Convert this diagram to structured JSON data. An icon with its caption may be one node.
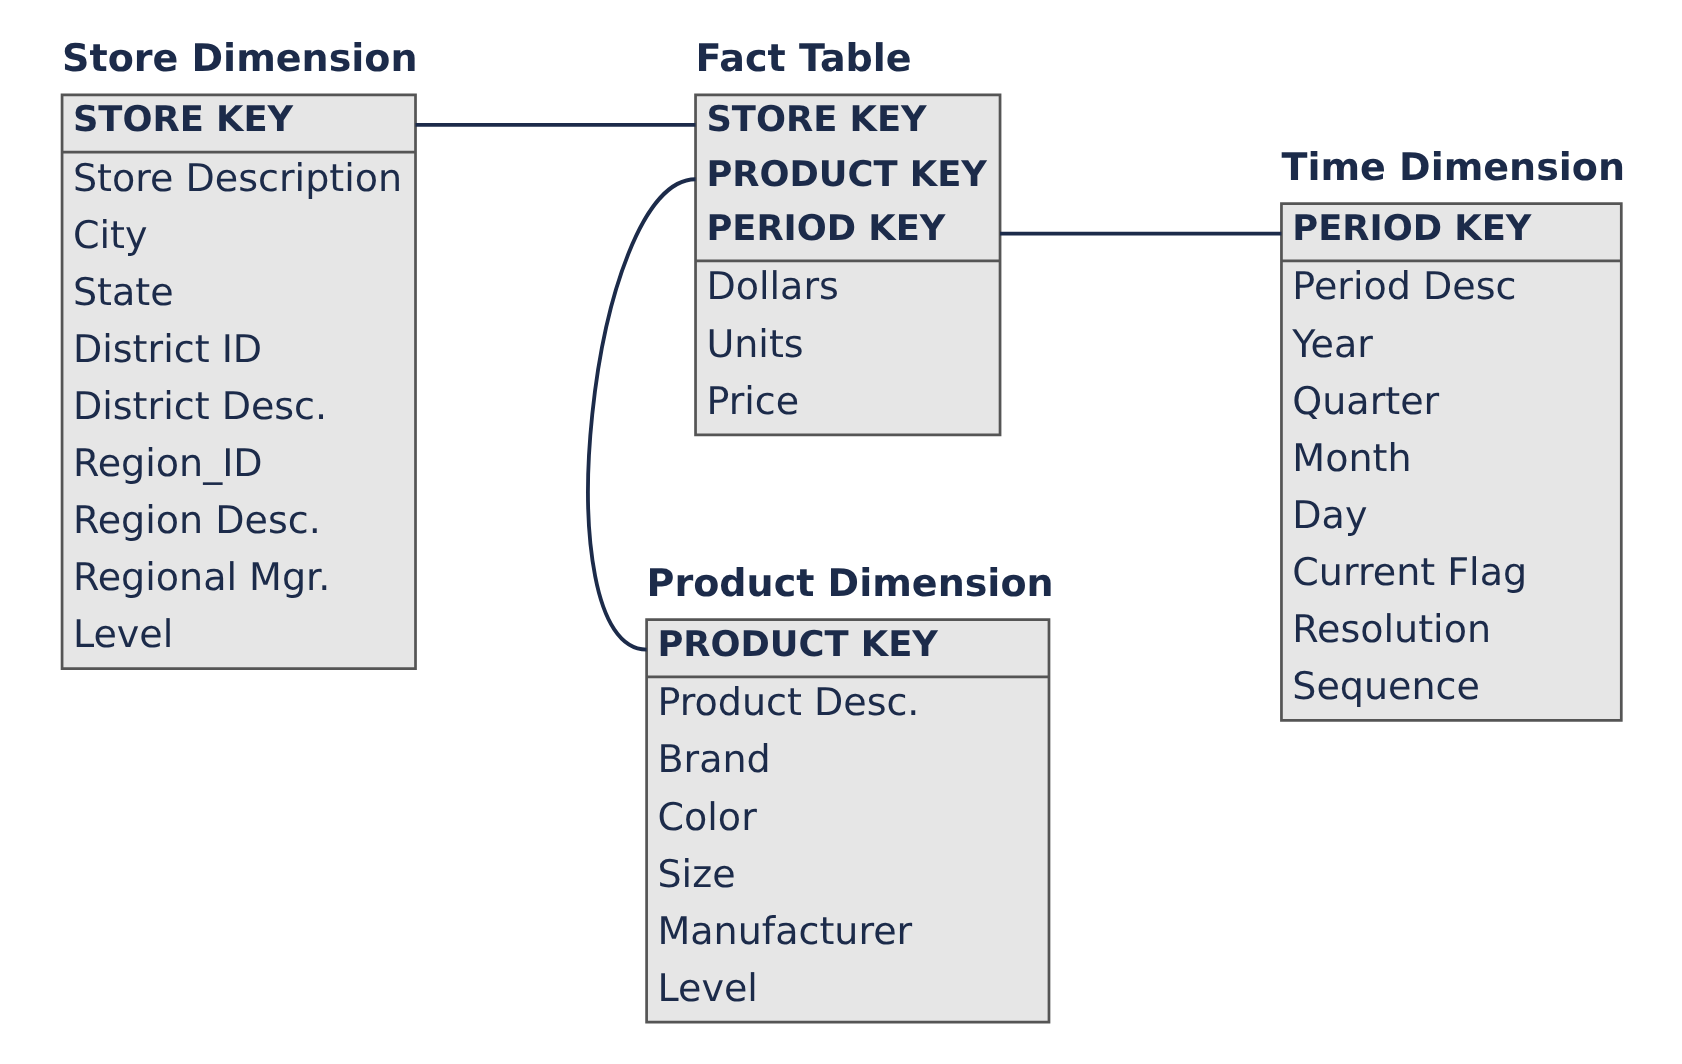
{
  "diagram": {
    "nodes": [
      {
        "text": [
          "Store Dimension",
          "STORE KEY",
          "Store Description",
          "City",
          "State",
          "District ID",
          "District Desc.",
          "Region_ID",
          "Region Desc.",
          "Regional Mgr.",
          "Level"
        ]
      },
      {
        "text": [
          "Fact Table",
          "STORE KEY",
          "PRODUCT KEY",
          "PERIOD KEY",
          "Dollars",
          "Units",
          "Price"
        ]
      },
      {
        "text": [
          "Time Dimension",
          "PERIOD KEY",
          "Period Desc",
          "Year",
          "Quarter",
          "Month",
          "Day",
          "Current Flag",
          "Resolution",
          "Sequence"
        ]
      },
      {
        "text": [
          "Product Dimension",
          "PRODUCT KEY",
          "Product Desc.",
          "Brand",
          "Color",
          "Size",
          "Manufacturer",
          "Level"
        ]
      }
    ],
    "edges": [
      {
        "from": 0,
        "to": 1,
        "arrow": "none"
      },
      {
        "from": 1,
        "to": 2,
        "arrow": "none"
      },
      {
        "from": 1,
        "to": 3,
        "arrow": "none"
      }
    ]
  }
}
